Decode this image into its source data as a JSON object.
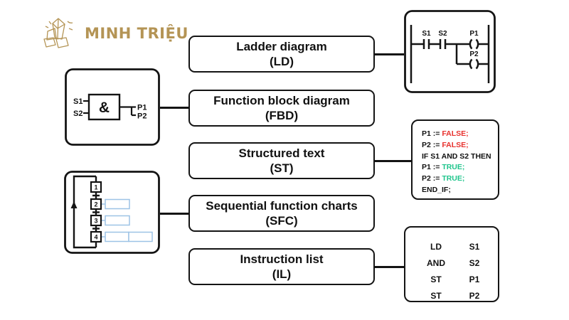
{
  "brand": {
    "name": "MINH TRIỆU",
    "color": "#b49455"
  },
  "languages": [
    {
      "name": "Ladder diagram",
      "abbr": "(LD)"
    },
    {
      "name": "Function block diagram",
      "abbr": "(FBD)"
    },
    {
      "name": "Structured text",
      "abbr": "(ST)"
    },
    {
      "name": "Sequential function charts",
      "abbr": "(SFC)"
    },
    {
      "name": "Instruction list",
      "abbr": "(IL)"
    }
  ],
  "examples": {
    "ladder": {
      "contact1": "S1",
      "contact2": "S2",
      "coil1": "P1",
      "coil2": "P2"
    },
    "fbd": {
      "input1": "S1",
      "input2": "S2",
      "gate": "&",
      "output1": "P1",
      "output2": "P2"
    },
    "sfc": {
      "step1": "1",
      "step2": "2",
      "step3": "3",
      "step4": "4"
    },
    "st": {
      "lines": [
        {
          "code": "P1 := ",
          "keyword": "FALSE;",
          "keyword_color": "#e8312d"
        },
        {
          "code": "P2 := ",
          "keyword": "FALSE;",
          "keyword_color": "#e8312d"
        },
        {
          "code": "IF S1 AND S2 THEN",
          "keyword": "",
          "keyword_color": ""
        },
        {
          "code": "P1 := ",
          "keyword": "TRUE;",
          "keyword_color": "#1fc58c"
        },
        {
          "code": "P2 := ",
          "keyword": "TRUE;",
          "keyword_color": "#1fc58c"
        },
        {
          "code": "END_IF;",
          "keyword": "",
          "keyword_color": ""
        }
      ]
    },
    "il": {
      "rows": [
        {
          "op": "LD",
          "arg": "S1"
        },
        {
          "op": "AND",
          "arg": "S2"
        },
        {
          "op": "ST",
          "arg": "P1"
        },
        {
          "op": "ST",
          "arg": "P2"
        }
      ]
    }
  },
  "colors": {
    "line_black": "#141414",
    "false_red": "#e8312d",
    "true_green": "#1fc58c",
    "sfc_action_blue": "#9dc3e6",
    "brand_gold": "#b49455"
  }
}
